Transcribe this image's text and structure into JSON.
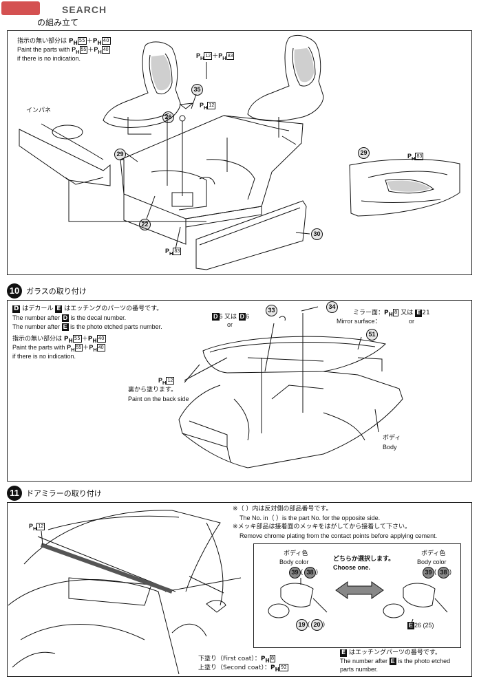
{
  "header": {
    "logo": "SEARCH",
    "title": "の組み立て"
  },
  "step9": {
    "note_jp": "指示の無い部分は",
    "note_en1": "Paint the parts with",
    "note_en2": "if there is no indication.",
    "ph55": "55",
    "ph40": "40",
    "ph12": "12",
    "ph83": "83",
    "seat_paint": "P",
    "inpane": "インパネ",
    "parts": [
      "35",
      "26",
      "29",
      "22",
      "30",
      "29"
    ]
  },
  "step10": {
    "num": "10",
    "title": "ガラスの取り付け",
    "decal_jp": "はデカール",
    "etch_jp": "はエッチングのパーツの番号です。",
    "decal_en": "The number after",
    "decal_en2": "is the decal number.",
    "etch_en2": "is the photo etched parts  number.",
    "note_jp": "指示の無い部分は",
    "note_en1": "Paint the parts with",
    "note_en2": "if there is no indication.",
    "d5": "5",
    "d6": "6",
    "or": "又は",
    "or_en": "or",
    "mirror_jp": "ミラー面：",
    "mirror_en": "Mirror surface：",
    "e21": "21",
    "back_jp": "裏から塗ります。",
    "back_en": "Paint on the back side",
    "body_jp": "ボディ",
    "body_en": "Body",
    "parts": [
      "33",
      "34",
      "51"
    ]
  },
  "step11": {
    "num": "11",
    "title": "ドアミラーの取り付け",
    "note1_jp": "※（  ）内は反対側の部品番号です。",
    "note1_en": "The No. in（  ）is the part No. for the opposite side.",
    "note2_jp": "※メッキ部品は接着面のメッキをはがしてから接着して下さい。",
    "note2_en": "Remove chrome plating from the contact points before applying cement.",
    "body_color_jp": "ボディ色",
    "body_color_en": "Body color",
    "choose_jp": "どちらか選択します。",
    "choose_en": "Choose one.",
    "p39": "39",
    "p38": "38",
    "p19": "19",
    "p20": "20",
    "e26": "26 (25)",
    "first_coat": "下塗り（First coat）：",
    "second_coat": "上塗り（Second coat）：",
    "ph8": "8",
    "ph92": "92",
    "etch_jp": "はエッチングパーツの番号です。",
    "etch_en": "The number after",
    "etch_en2": "is the photo etched",
    "etch_en3": "parts  number."
  }
}
